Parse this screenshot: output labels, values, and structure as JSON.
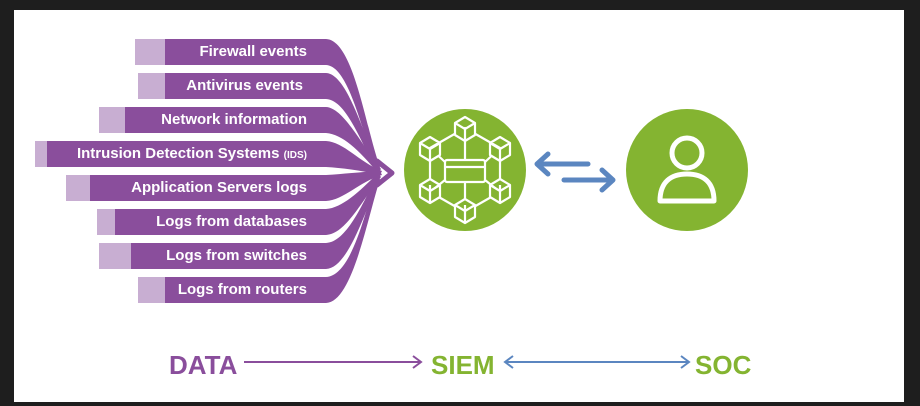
{
  "sources": [
    {
      "label": "Firewall events"
    },
    {
      "label": "Antivirus events"
    },
    {
      "label": "Network information"
    },
    {
      "label": "Intrusion Detection Systems",
      "suffix": "(IDS)"
    },
    {
      "label": "Application Servers logs"
    },
    {
      "label": "Logs from databases"
    },
    {
      "label": "Logs from switches"
    },
    {
      "label": "Logs from routers"
    }
  ],
  "flow": {
    "data_label": "DATA",
    "siem_label": "SIEM",
    "soc_label": "SOC"
  },
  "icons": {
    "siem": "network-cubes-icon",
    "soc": "user-icon",
    "exchange": "bidirectional-arrows-icon"
  },
  "colors": {
    "purple": "#8a4e9c",
    "light_purple": "#c8aed2",
    "green": "#84b431",
    "blue": "#5b86c0"
  }
}
